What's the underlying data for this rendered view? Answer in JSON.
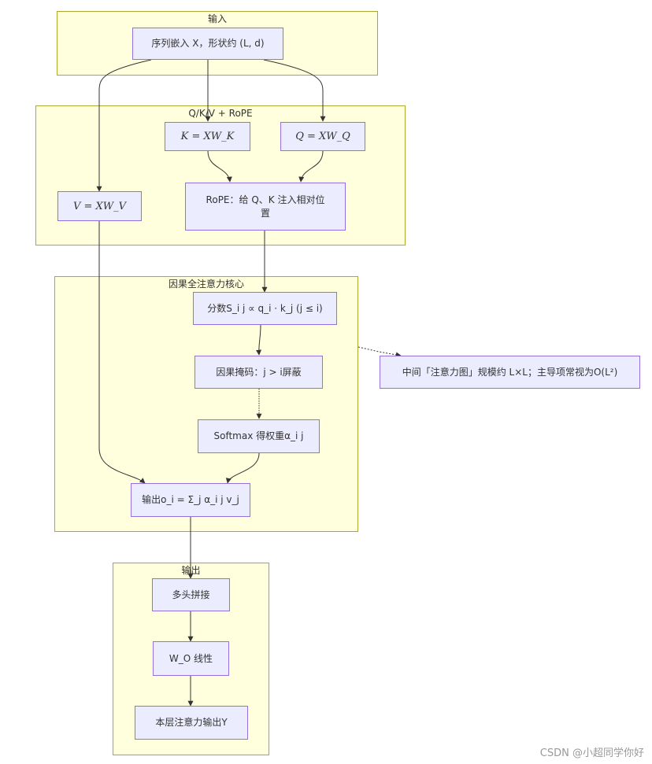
{
  "groups": {
    "input": "输入",
    "qkv": "Q/K/V + RoPE",
    "core": "因果全注意力核心",
    "output": "输出"
  },
  "nodes": {
    "seq": "序列嵌入 X，形状约 (L, d)",
    "k": "K = XW_K",
    "q": "Q = XW_Q",
    "v": "V = XW_V",
    "rope": "RoPE：给 Q、K 注入相对位置",
    "score": "分数S_i j ∝ q_i · k_j (j ≤ i)",
    "mask": "因果掩码：j > i屏蔽",
    "softmax": "Softmax 得权重α_i j",
    "out": "输出o_i = Σ_j α_i j v_j",
    "note": "中间「注意力图」规模约 L×L；主导项常视为O(L²)",
    "concat": "多头拼接",
    "wo": "W_O 线性",
    "final": "本层注意力输出Y"
  },
  "watermark": "CSDN @小超同学你好"
}
